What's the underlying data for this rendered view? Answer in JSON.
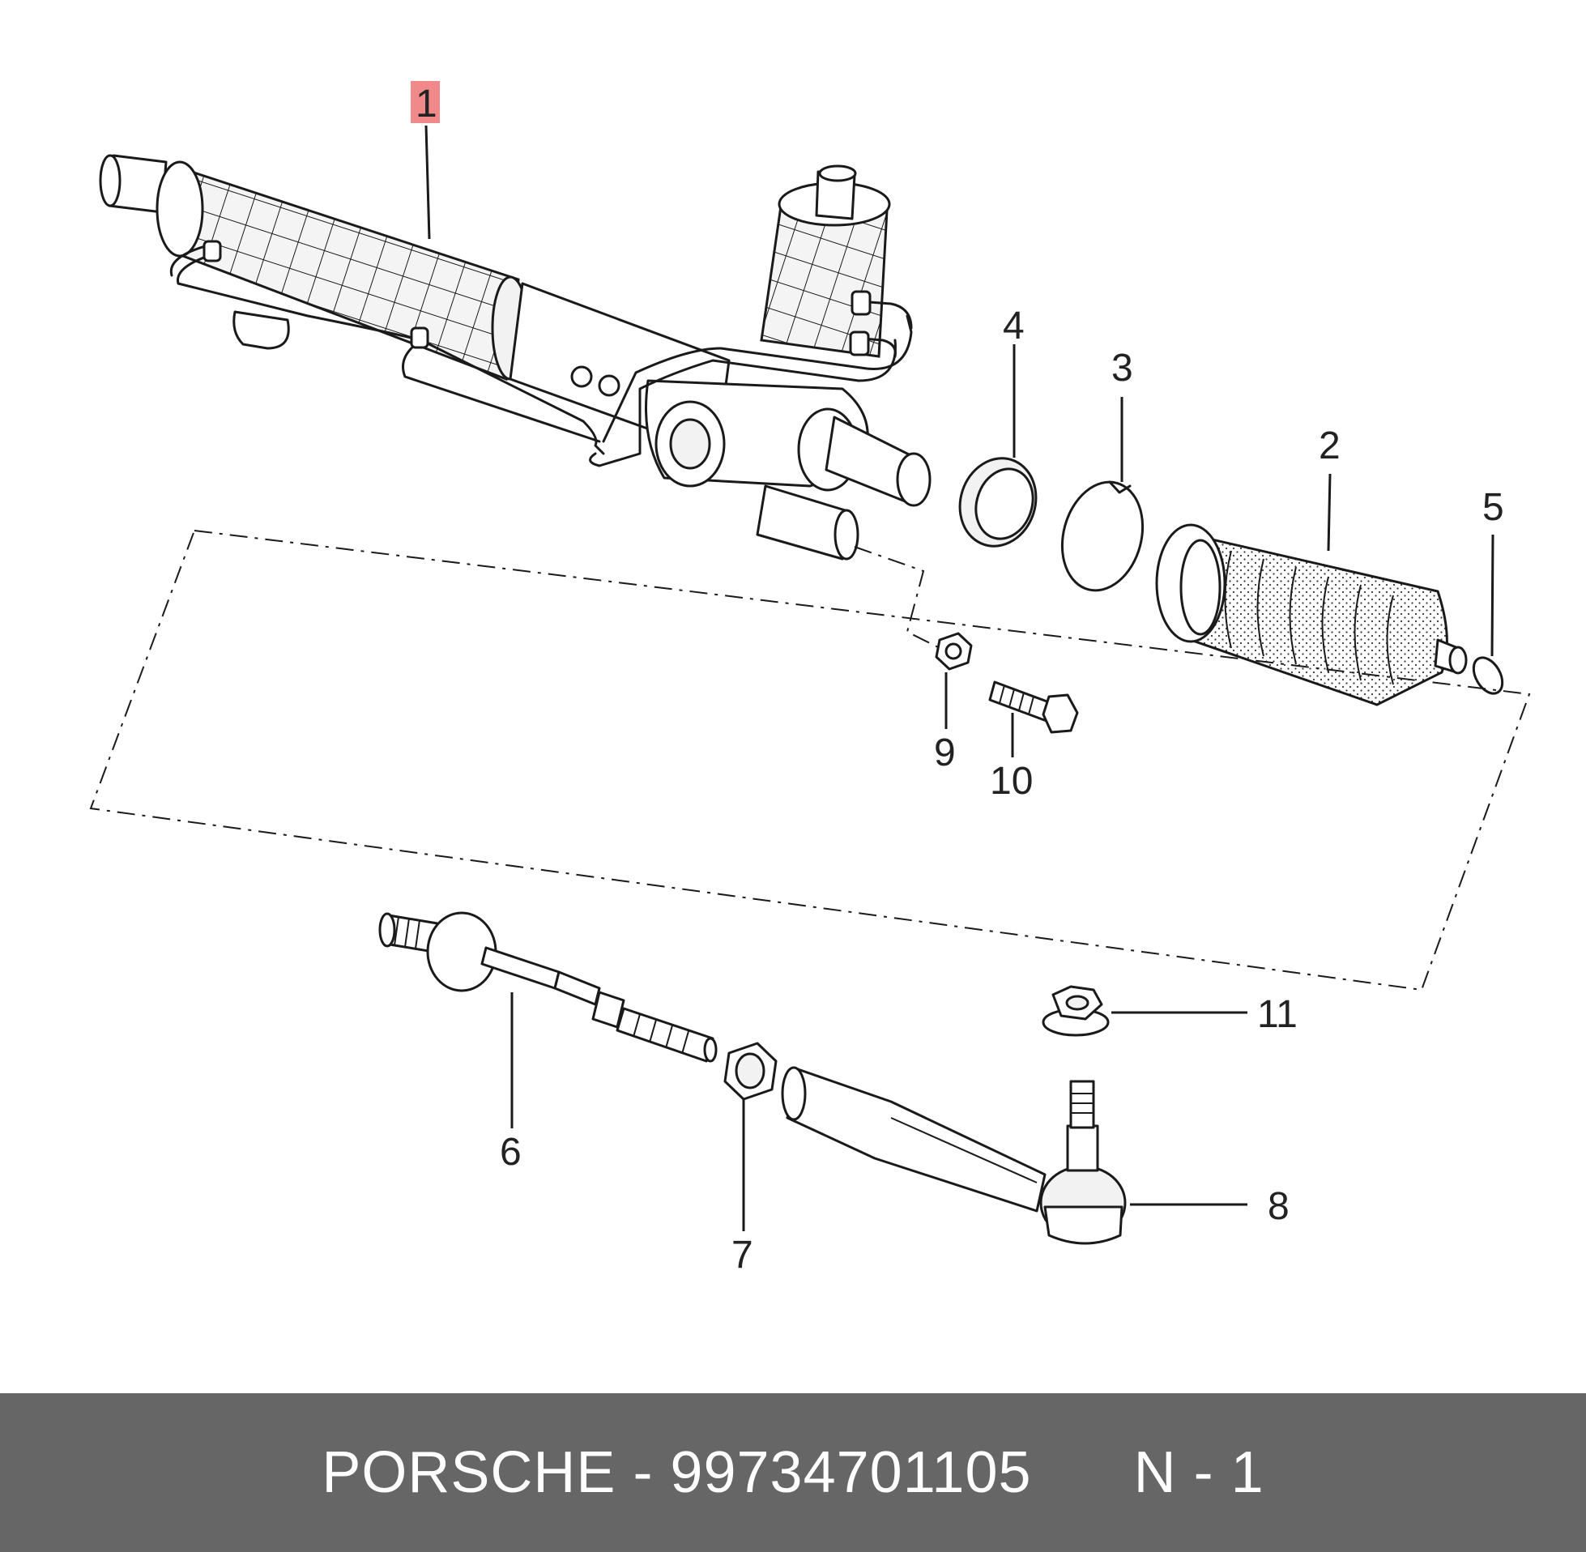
{
  "callouts": {
    "c1": "1",
    "c2": "2",
    "c3": "3",
    "c4": "4",
    "c5": "5",
    "c6": "6",
    "c7": "7",
    "c8": "8",
    "c9": "9",
    "c10": "10",
    "c11": "11"
  },
  "footer": {
    "brand": "PORSCHE",
    "separator": " - ",
    "part_number": "99734701105",
    "position": "N - 1"
  },
  "colors": {
    "highlight": "#f08a8a",
    "footer_background": "#666666",
    "footer_text": "#ffffff",
    "line": "#1a1a1a"
  }
}
